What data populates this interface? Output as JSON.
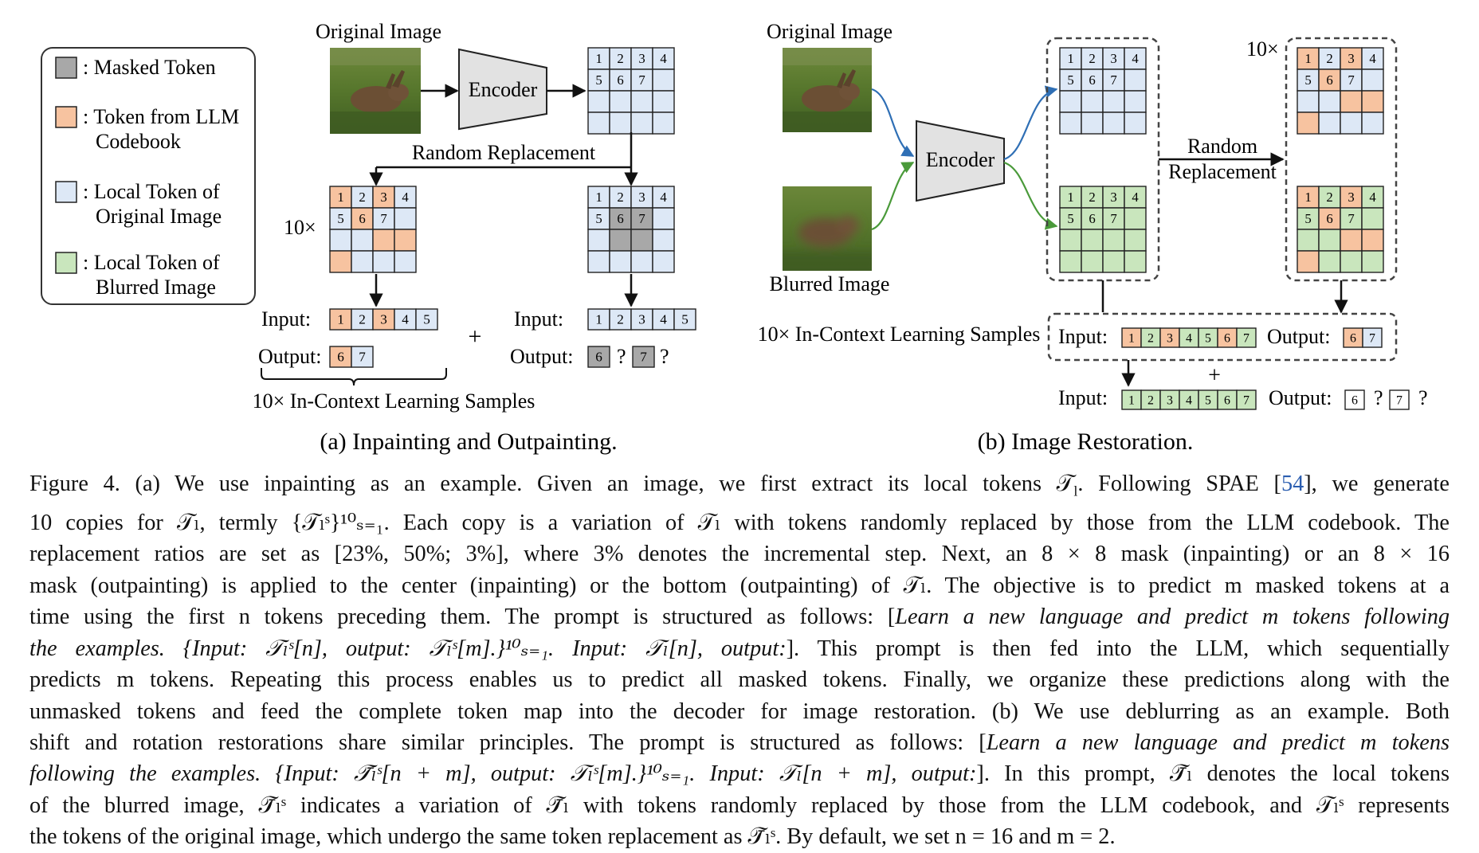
{
  "colors": {
    "masked": "#a8a8a8",
    "llm": "#f7c3a0",
    "original": "#dde8f6",
    "blurred": "#c9e6bd",
    "ref_link": "#2a5db0"
  },
  "legend": {
    "masked": ": Masked Token",
    "llm_1": ": Token from LLM",
    "llm_2": "Codebook",
    "orig_1": ": Local Token of",
    "orig_2": "Original Image",
    "blur_1": ": Local Token of",
    "blur_2": "Blurred Image"
  },
  "panel_a": {
    "orig_label": "Original Image",
    "encoder": "Encoder",
    "random_replacement": "Random Replacement",
    "ten_x": "10×",
    "grid_nums": [
      "1",
      "2",
      "3",
      "4",
      "5",
      "6",
      "7"
    ],
    "input": "Input:",
    "output": "Output:",
    "plus": "+",
    "qmark": "?",
    "icl_samples": "10× In-Context Learning Samples",
    "subcaption": "(a) Inpainting and Outpainting."
  },
  "panel_b": {
    "orig_label": "Original Image",
    "blurred_label": "Blurred Image",
    "encoder": "Encoder",
    "random": "Random",
    "replacement": "Replacement",
    "ten_x": "10×",
    "icl_samples": "10× In-Context Learning Samples",
    "input": "Input:",
    "output": "Output:",
    "plus": "+",
    "qmark": "?",
    "subcaption": "(b) Image Restoration."
  },
  "caption": {
    "l1a": "Figure 4. (a) We use inpainting as an example. Given an image, we first extract its local tokens 𝒯",
    "l1b": ". Following SPAE [",
    "ref": "54",
    "l1c": "], we generate",
    "l2": "10 copies for 𝒯ₗ, termly {𝒯ₗˢ}¹⁰ₛ₌₁. Each copy is a variation of 𝒯ₗ with tokens randomly replaced by those from the LLM codebook. The",
    "l3": "replacement ratios are set as [23%, 50%; 3%], where 3% denotes the incremental step. Next, an 8 × 8 mask (inpainting) or an 8 × 16",
    "l4": "mask (outpainting) is applied to the center (inpainting) or the bottom (outpainting) of 𝒯ₗ. The objective is to predict m masked tokens at a",
    "l5a": "time using the first n tokens preceding them. The prompt is structured as follows: [",
    "l5b": "Learn a new language and predict m tokens following",
    "l6a": "the examples. {Input: 𝒯ₗˢ[n], output: 𝒯ₗˢ[m].}¹⁰ₛ₌₁. Input: 𝒯ₗ[n], output:",
    "l6b": "]. This prompt is then fed into the LLM, which sequentially",
    "l7": "predicts m tokens. Repeating this process enables us to predict all masked tokens. Finally, we organize these predictions along with the",
    "l8": "unmasked tokens and feed the complete token map into the decoder for image restoration. (b) We use deblurring as an example. Both",
    "l9a": "shift and rotation restorations share similar principles. The prompt is structured as follows: [",
    "l9b": "Learn a new language and predict m tokens",
    "l10a": "following the examples. {Input: 𝒯̄ₗˢ[n + m], output: 𝒯ₗˢ[m].}¹⁰ₛ₌₁. Input: 𝒯ₗ[n + m], output:",
    "l10b": "]. In this prompt, 𝒯̄ₗ denotes the local tokens",
    "l11": "of the blurred image, 𝒯̄ₗˢ indicates a variation of 𝒯̄ₗ with tokens randomly replaced by those from the LLM codebook, and 𝒯ₗˢ represents",
    "l12": "the tokens of the original image, which undergo the same token replacement as 𝒯̄ₗˢ. By default, we set n = 16 and m = 2."
  }
}
